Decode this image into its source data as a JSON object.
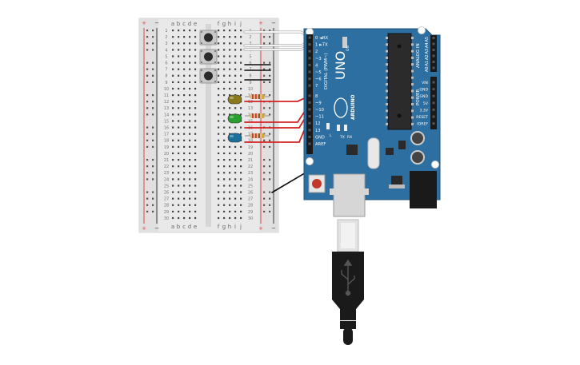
{
  "breadboard": {
    "column_letters": [
      "a",
      "b",
      "c",
      "d",
      "e",
      "f",
      "g",
      "h",
      "i",
      "j"
    ],
    "row_count": 30,
    "rail_plus": "+",
    "rail_minus": "−"
  },
  "arduino": {
    "model": "UNO",
    "brand": "ARDUINO",
    "digital_label": "DIGITAL (PWM~)",
    "analog_label": "ANALOG IN",
    "power_label": "POWER",
    "digital_pins": [
      "0 ◄RX",
      "1 ►TX",
      "2",
      "~3",
      "4",
      "~5",
      "~6",
      "7",
      "8",
      "~9",
      "~10",
      "~11",
      "12",
      "13",
      "GND",
      "AREF"
    ],
    "analog_pins": [
      "A0",
      "A1",
      "A2",
      "A3",
      "A4",
      "A5"
    ],
    "power_pins": [
      "VIN",
      "GND",
      "GND",
      "5V",
      "3.3V",
      "RESET",
      "IOREF"
    ],
    "led_labels": [
      "L",
      "TX",
      "RX",
      "ON"
    ]
  },
  "components": {
    "pushbuttons": 3,
    "leds": [
      {
        "color": "#8b7a1c"
      },
      {
        "color": "#2aa032"
      },
      {
        "color": "#1d6f9c"
      }
    ],
    "resistors": 3
  },
  "colors": {
    "wire_white": "#ffffff",
    "wire_red": "#d42020",
    "wire_black": "#111111",
    "board_blue": "#2d6fa0",
    "breadboard": "#e9e9e9"
  }
}
